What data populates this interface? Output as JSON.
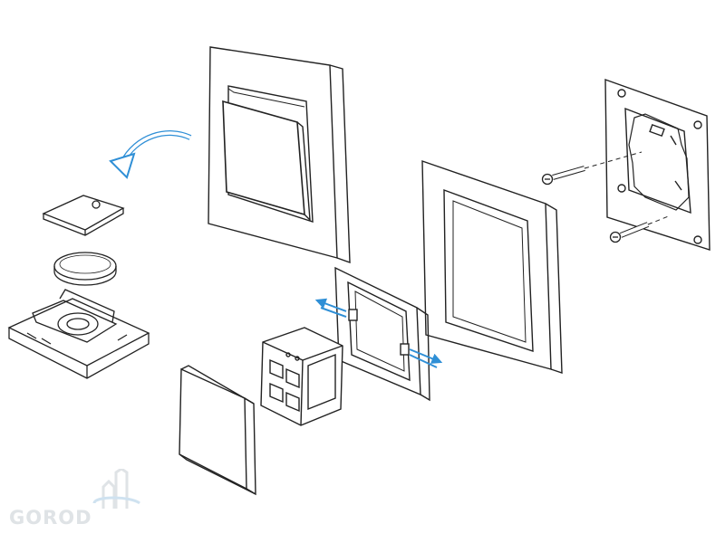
{
  "diagram": {
    "kind": "exploded-assembly",
    "components": [
      "frame-with-rocker",
      "mounting-plate",
      "cover-frame",
      "mount-adapter-frame",
      "switch-module",
      "square-rocker-plate",
      "battery-cover",
      "coin-battery",
      "transmitter-base"
    ],
    "arrow_color": "#2f8fd6",
    "line_color": "#222222"
  },
  "watermark": {
    "text": "GOROD",
    "colors": {
      "text": "#dfe3e6",
      "accent": "#cfe2f0"
    }
  }
}
